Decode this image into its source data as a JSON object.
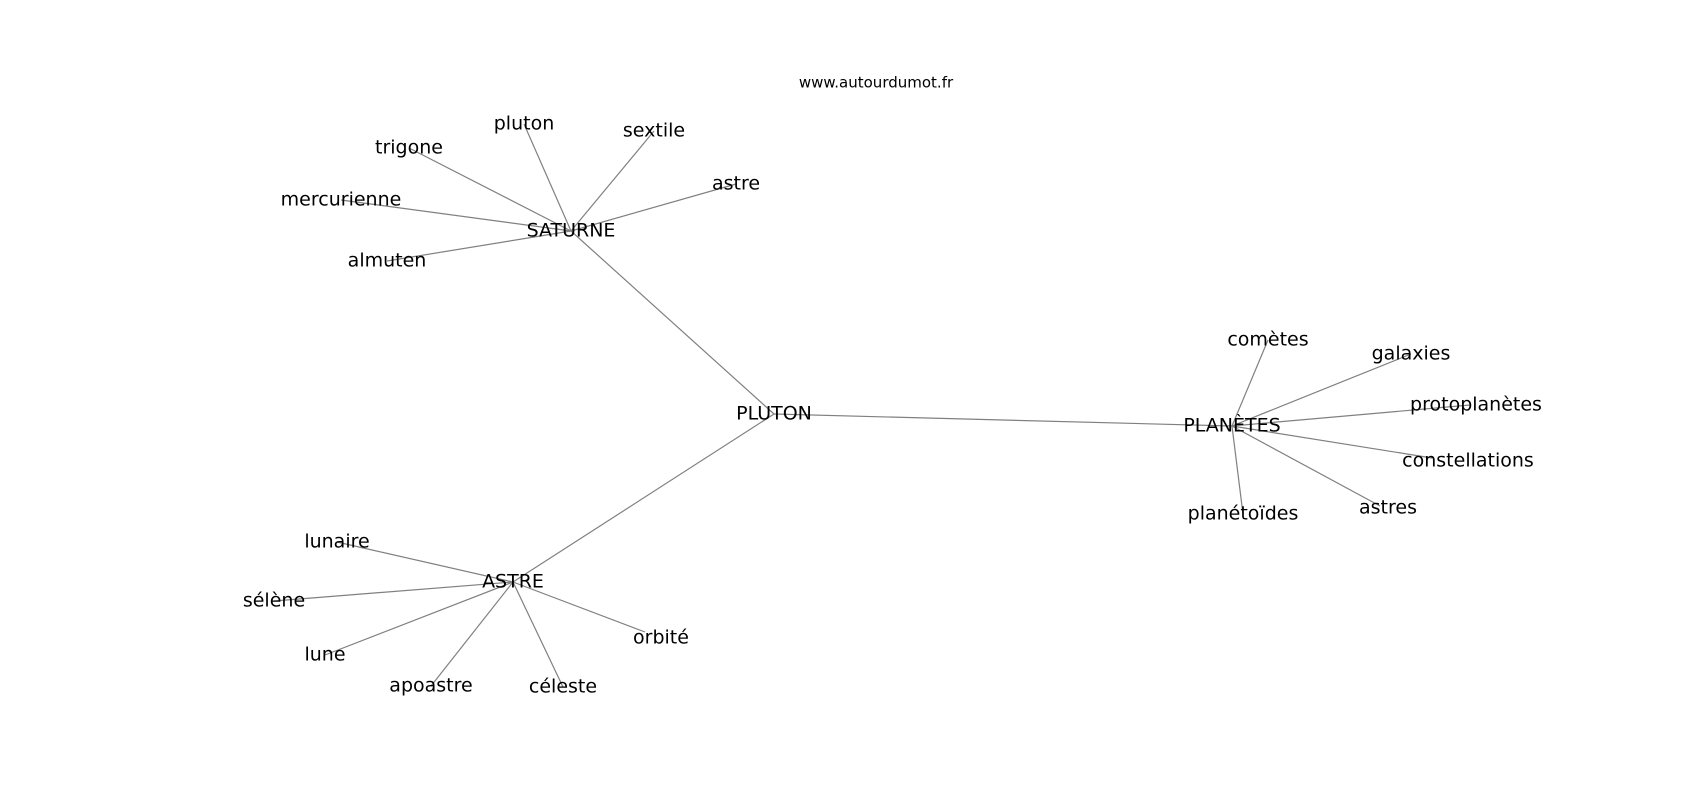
{
  "site": "www.autourdumot.fr",
  "colors": {
    "edge": "#808080",
    "text": "#000000",
    "background": "#ffffff"
  },
  "center": "PLUTON",
  "hubs": [
    {
      "label": "SATURNE",
      "children": [
        "pluton",
        "sextile",
        "trigone",
        "astre",
        "mercurienne",
        "almuten"
      ]
    },
    {
      "label": "PLANÈTES",
      "children": [
        "comètes",
        "galaxies",
        "protoplanètes",
        "constellations",
        "astres",
        "planétoïdes"
      ]
    },
    {
      "label": "ASTRE",
      "children": [
        "lunaire",
        "sélène",
        "orbité",
        "lune",
        "apoastre",
        "céleste"
      ]
    }
  ]
}
